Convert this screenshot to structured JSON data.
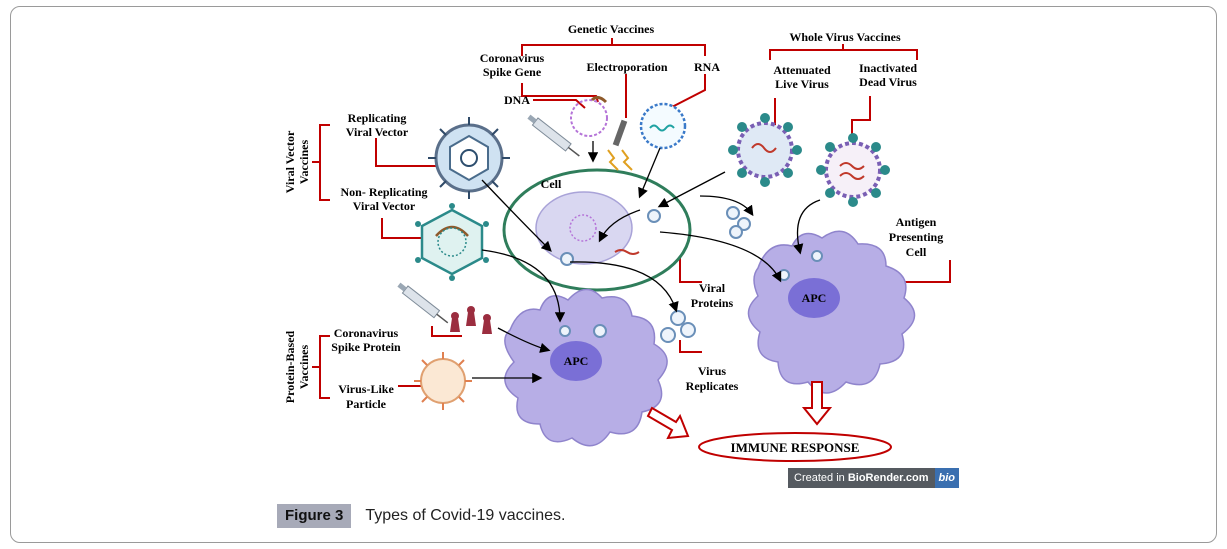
{
  "figure": {
    "number_label": "Figure 3",
    "caption": "Types of Covid-19 vaccines."
  },
  "labels": {
    "genetic_vaccines": "Genetic Vaccines",
    "whole_virus_vaccines": "Whole Virus Vaccines",
    "coronavirus_spike_gene_line1": "Coronavirus",
    "coronavirus_spike_gene_line2": "Spike Gene",
    "electroporation": "Electroporation",
    "rna": "RNA",
    "dna": "DNA",
    "attenuated_line1": "Attenuated",
    "attenuated_line2": "Live Virus",
    "inactivated_line1": "Inactivated",
    "inactivated_line2": "Dead Virus",
    "viral_vector_vaccines_line1": "Viral Vector",
    "viral_vector_vaccines_line2": "Vaccines",
    "replicating_line1": "Replicating",
    "replicating_line2": "Viral Vector",
    "nonreplicating_line1": "Non- Replicating",
    "nonreplicating_line2": "Viral Vector",
    "cell": "Cell",
    "antigen_line1": "Antigen",
    "antigen_line2": "Presenting",
    "antigen_line3": "Cell",
    "apc_left": "APC",
    "apc_right": "APC",
    "viral_proteins_line1": "Viral",
    "viral_proteins_line2": "Proteins",
    "virus_replicates_line1": "Virus",
    "virus_replicates_line2": "Replicates",
    "protein_based_line1": "Protein-Based",
    "protein_based_line2": "Vaccines",
    "spike_protein_line1": "Coronavirus",
    "spike_protein_line2": "Spike Protein",
    "vlp_line1": "Virus-Like",
    "vlp_line2": "Particle",
    "immune_response": "IMMUNE RESPONSE"
  },
  "badge": {
    "prefix": "Created in ",
    "brand": "BioRender.com",
    "logo": "bio"
  },
  "colors": {
    "bracket_red": "#c00000",
    "apc_purple": "#b7aee6",
    "apc_nucleus": "#7a6fd6",
    "virus_teal": "#2b8a8a",
    "cell_green": "#2f7d5b"
  }
}
